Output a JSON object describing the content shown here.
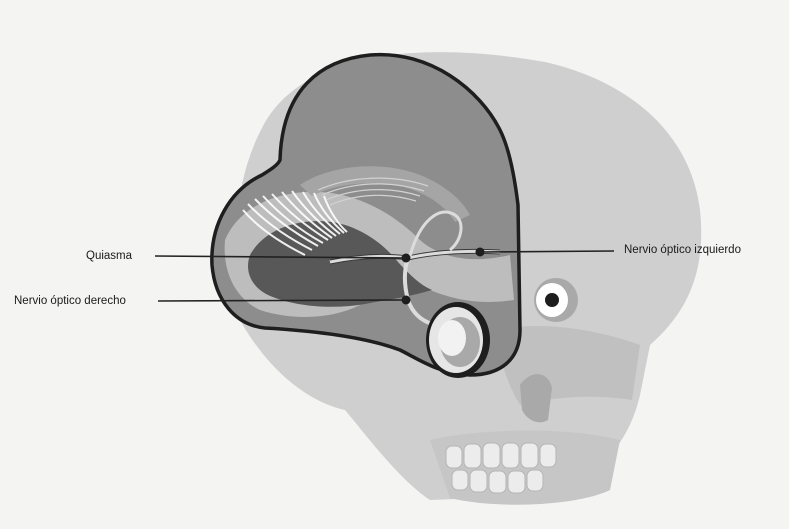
{
  "labels": {
    "quiasma": "Quiasma",
    "nervio_derecho": "Nervio óptico derecho",
    "nervio_izquierdo": "Nervio óptico izquierdo"
  },
  "colors": {
    "background": "#f4f4f3",
    "skull": "#cfcfcf",
    "skull_shadow": "#a9a9a9",
    "brain_outline": "#1e1e1e",
    "brain_fill": "#8d8d8d",
    "cortex_light": "#bdbdbd",
    "cortex_dark": "#585858",
    "leader_lines": "#222222"
  }
}
